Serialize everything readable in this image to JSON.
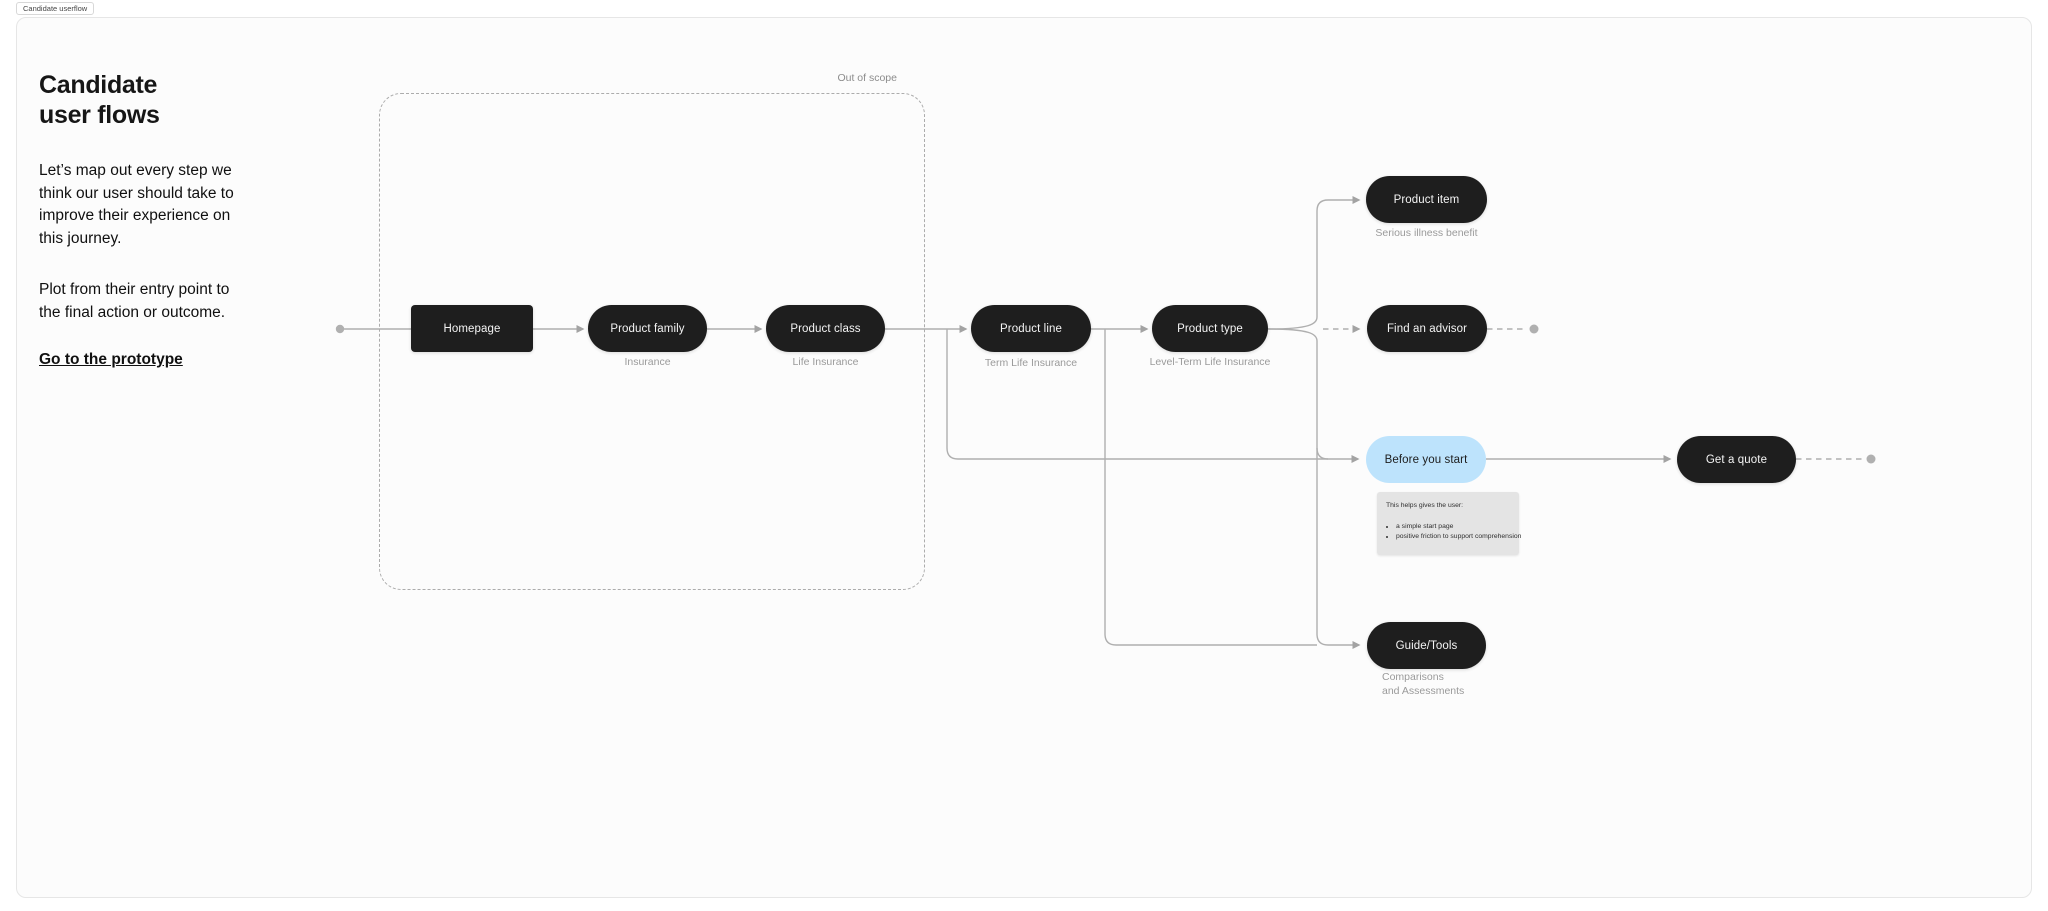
{
  "section": {
    "label": "Candidate userflow"
  },
  "intro": {
    "title": "Candidate\nuser flows",
    "paragraph1": "Let’s map out every step we\nthink our user should take to\nimprove their experience on\nthis journey.",
    "paragraph2": "Plot from their entry point to\nthe final action or outcome.",
    "link_label": "Go to the prototype"
  },
  "scope": {
    "label": "Out of scope"
  },
  "nodes": {
    "homepage": {
      "label": "Homepage"
    },
    "product_family": {
      "label": "Product family",
      "caption": "Insurance"
    },
    "product_class": {
      "label": "Product class",
      "caption": "Life Insurance"
    },
    "product_line": {
      "label": "Product line",
      "caption": "Term Life Insurance"
    },
    "product_type": {
      "label": "Product type",
      "caption": "Level-Term Life Insurance"
    },
    "product_item": {
      "label": "Product item",
      "caption": "Serious illness benefit"
    },
    "find_advisor": {
      "label": "Find an advisor"
    },
    "before_you_start": {
      "label": "Before you start"
    },
    "get_a_quote": {
      "label": "Get a quote"
    },
    "guide_tools": {
      "label": "Guide/Tools",
      "caption": "Comparisons\nand Assessments"
    }
  },
  "note": {
    "intro": "This helps gives the user:",
    "bullets": [
      "a simple start page",
      "positive friction to support comprehension"
    ]
  },
  "colors": {
    "node_dark": "#1E1E1E",
    "node_blue": "#BDE3FC",
    "connector": "#ABABAB",
    "caption_gray": "#9A9A9A",
    "note_bg": "#E4E4E4",
    "canvas_bg": "#FCFCFC"
  }
}
